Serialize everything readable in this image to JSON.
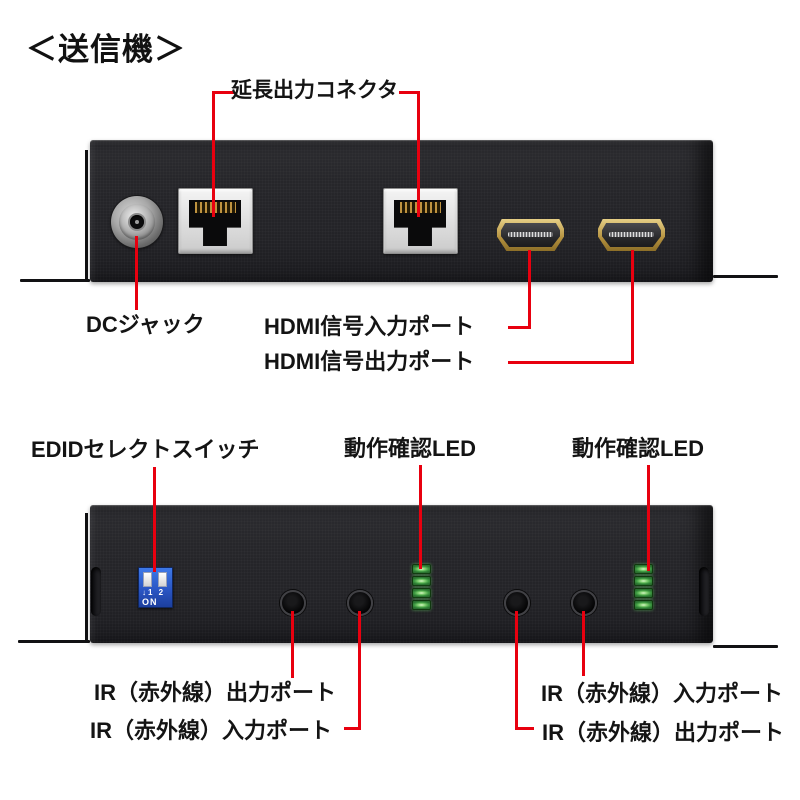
{
  "title": "＜送信機＞",
  "colors": {
    "callout_red": "#e8000f",
    "panel_black": "#232327",
    "dip_switch_blue": "#2a56c4",
    "led_green": "#3d9a41",
    "rj45_bezel_gray": "#e0e0e0",
    "hdmi_gold": "#b4913e"
  },
  "top_view": {
    "extension_connector_label": "延長出力コネクタ",
    "dc_jack_label": "DCジャック",
    "hdmi_input_label": "HDMI信号入力ポート",
    "hdmi_output_label": "HDMI信号出力ポート"
  },
  "bottom_view": {
    "edid_switch_label": "EDIDセレクトスイッチ",
    "led_label_left": "動作確認LED",
    "led_label_right": "動作確認LED",
    "ir_output_label_left": "IR（赤外線）出力ポート",
    "ir_input_label_left": "IR（赤外線）入力ポート",
    "ir_input_label_right": "IR（赤外線）入力ポート",
    "ir_output_label_right": "IR（赤外線）出力ポート",
    "dip_switch": {
      "numbers": "↓1 2",
      "on": "ON"
    }
  }
}
